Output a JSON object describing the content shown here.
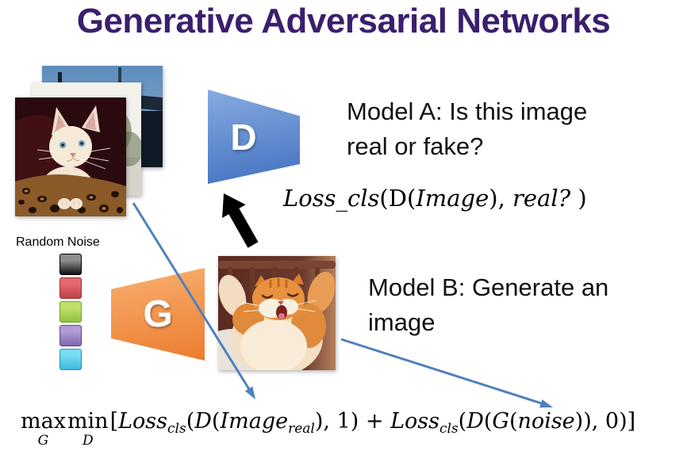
{
  "title": "Generative Adversarial Networks",
  "colors": {
    "title": "#3b1e6e",
    "text": "#111111",
    "arrow_blue": "#4f81bd",
    "black_arrow": "#000000",
    "d_top": "#85abe0",
    "d_bottom": "#4470c0",
    "g_top": "#f8b070",
    "g_bottom": "#ec7c2e"
  },
  "icons": {
    "black_arrow": "thick-block-arrow-up-left",
    "real_image_arrow": "thin-blue-arrow-down-right",
    "generated_image_arrow": "thin-blue-arrow-down-right"
  },
  "discriminator": {
    "label": "D"
  },
  "generator": {
    "label": "G"
  },
  "model_a": {
    "line1": "Model A: Is this image",
    "line2": "real or fake?"
  },
  "model_b": {
    "line1": "Model B: Generate an",
    "line2": "image"
  },
  "random_noise": {
    "label": "Random Noise",
    "squares": [
      {
        "name": "black",
        "top": "#8e8e8e",
        "bottom": "#111111",
        "border": "#000000"
      },
      {
        "name": "red",
        "top": "#e2696d",
        "bottom": "#bf4348",
        "border": "#993036"
      },
      {
        "name": "green",
        "top": "#bfe06a",
        "bottom": "#8fc13f",
        "border": "#71a32c"
      },
      {
        "name": "purple",
        "top": "#b29bd6",
        "bottom": "#7e64ae",
        "border": "#5e4793"
      },
      {
        "name": "cyan",
        "top": "#78dcf2",
        "bottom": "#38b9dc",
        "border": "#2391b4"
      }
    ]
  },
  "formula_a": {
    "loss": "Loss_cls",
    "p1": "(D(",
    "image": "Image",
    "p2": "), ",
    "real": "real?",
    "p3": " )"
  },
  "formula_b": {
    "max": "max",
    "max_sub": "G",
    "min": "min",
    "min_sub": "D",
    "open": "[",
    "loss1": "Loss",
    "loss1_sub": "cls",
    "t1": "(",
    "d1": "D",
    "t2": "(",
    "image": "Image",
    "image_sub": "real",
    "t3": "), 1) + ",
    "loss2": "Loss",
    "loss2_sub": "cls",
    "t4": "(",
    "d2": "D",
    "t5": "(",
    "g": "G",
    "t6": "(",
    "noise": "noise",
    "t7": ")), 0)]"
  }
}
